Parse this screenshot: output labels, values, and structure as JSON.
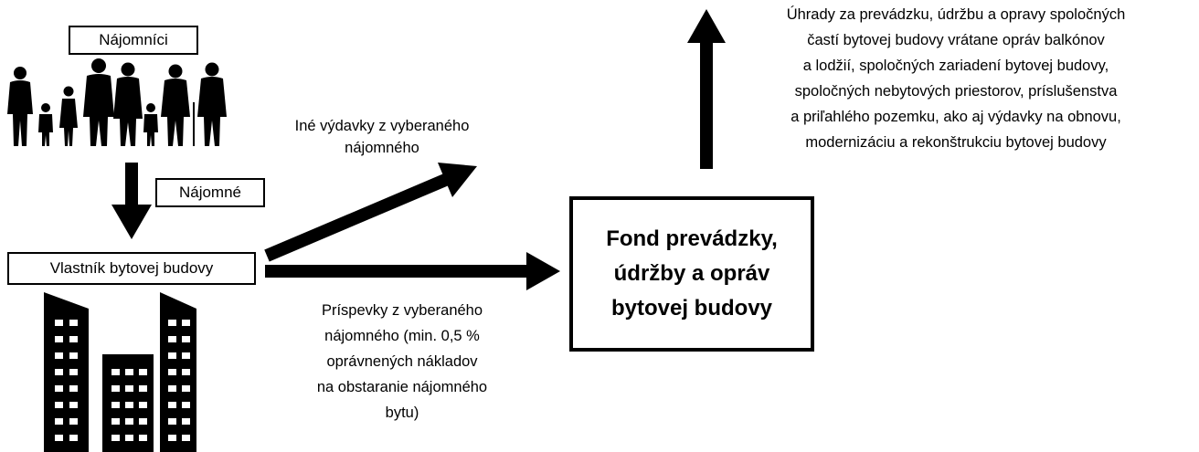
{
  "tenants_label": "Nájomníci",
  "rent_label": "Nájomné",
  "owner_label": "Vlastník bytovej budovy",
  "fund_lines": [
    "Fond prevádzky,",
    "údržby a opráv",
    "bytovej budovy"
  ],
  "other_expenses_lines": [
    "Iné výdavky z vyberaného",
    "nájomného"
  ],
  "contributions_lines": [
    "Príspevky z vyberaného",
    "nájomného (min. 0,5 %",
    "oprávnených nákladov",
    "na obstaranie nájomného",
    "bytu)"
  ],
  "payments_lines": [
    "Úhrady za prevádzku, údržbu a opravy spoločných",
    "častí bytovej budovy vrátane opráv balkónov",
    "a lodžií, spoločných zariadení bytovej budovy,",
    "spoločných nebytových priestorov, príslušenstva",
    "a priľahlého pozemku, ako aj výdavky na obnovu,",
    "modernizáciu a rekonštrukciu bytovej budovy"
  ],
  "icons": [
    "people-silhouette-icon",
    "buildings-silhouette-icon"
  ]
}
